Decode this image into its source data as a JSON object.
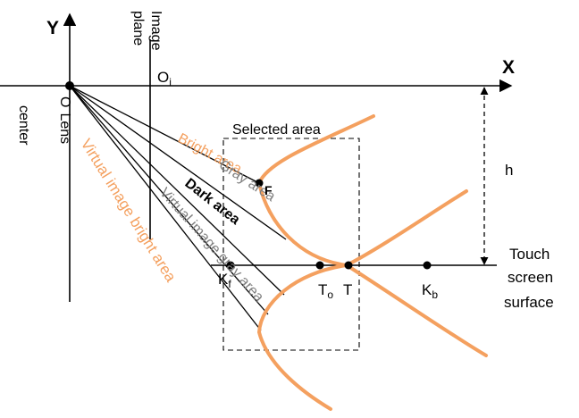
{
  "axes": {
    "y_label": "Y",
    "x_label": "X"
  },
  "labels": {
    "image_plane_line1": "Image",
    "image_plane_line2": "plane",
    "oi_main": "O",
    "oi_sub": "i",
    "lens_o": "O",
    "lens_word": "Lens",
    "lens_center": "center",
    "selected_area": "Selected area",
    "bright_area": "Bright area",
    "gray_area": "Gray area",
    "dark_area": "Dark area",
    "virtual_gray": "Virtual image gray area",
    "virtual_bright": "Virtual image bright area",
    "point_f": "F",
    "kf_main": "K",
    "kf_sub": "f",
    "to_main": "T",
    "to_sub": "o",
    "t": "T",
    "kb_main": "K",
    "kb_sub": "b",
    "h": "h",
    "touch_line1": "Touch",
    "touch_line2": "screen",
    "touch_line3": "surface"
  },
  "colors": {
    "curve": "#f4a05f",
    "gray_text": "#7f7f7f",
    "ink": "#000000"
  }
}
